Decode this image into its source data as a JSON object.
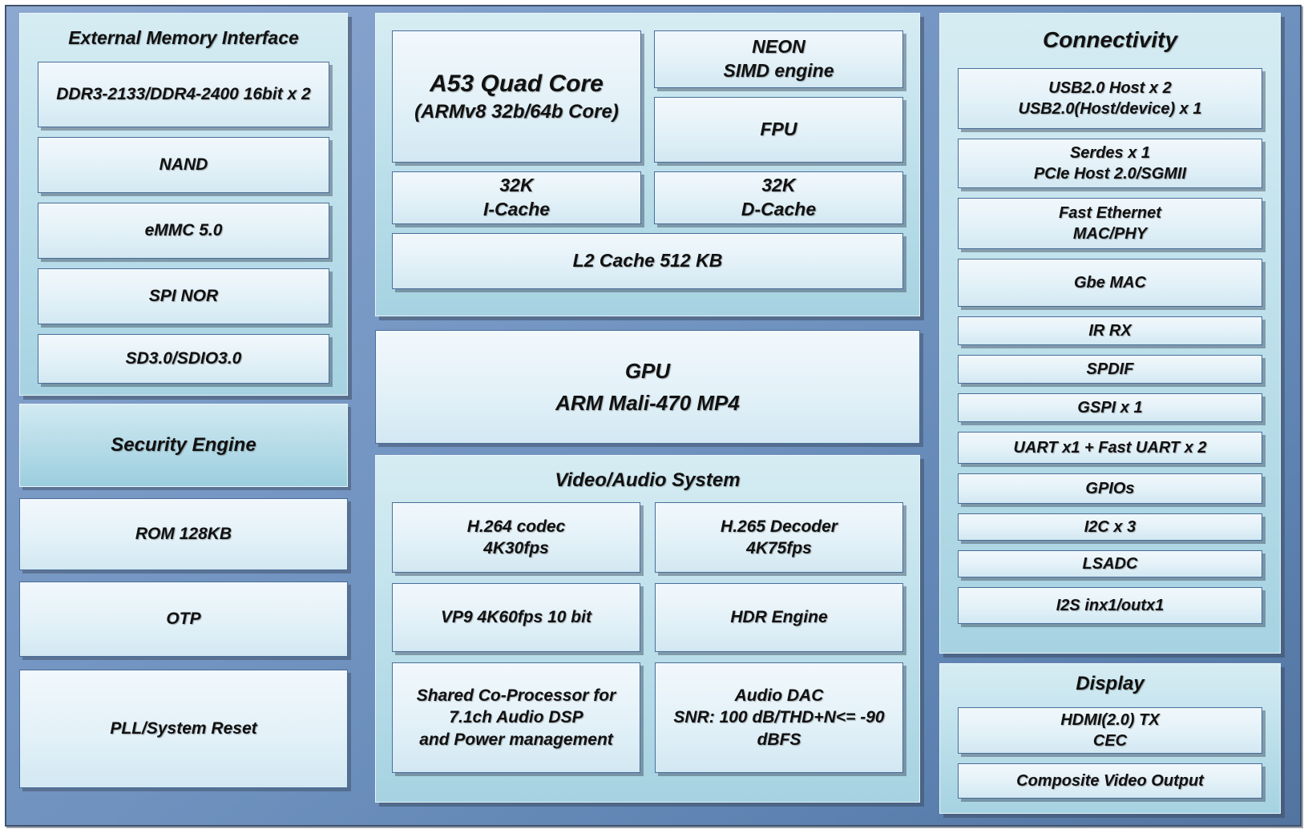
{
  "left": {
    "emi_title": "External Memory Interface",
    "emi_boxes": [
      "DDR3-2133/DDR4-2400 16bit x 2",
      "NAND",
      "eMMC 5.0",
      "SPI NOR",
      "SD3.0/SDIO3.0"
    ],
    "security_engine": "Security Engine",
    "rom": "ROM 128KB",
    "otp": "OTP",
    "pll": "PLL/System Reset"
  },
  "middle": {
    "cpu_a53_title": "A53 Quad Core",
    "cpu_a53_sub": "(ARMv8 32b/64b Core)",
    "neon": "NEON\nSIMD engine",
    "fpu": "FPU",
    "icache": "32K\nI-Cache",
    "dcache": "32K\nD-Cache",
    "l2": "L2 Cache 512 KB",
    "gpu": "GPU\nARM Mali-470 MP4",
    "vas_title": "Video/Audio System",
    "h264": "H.264 codec\n4K30fps",
    "h265": "H.265 Decoder\n4K75fps",
    "vp9": "VP9 4K60fps 10 bit",
    "hdr": "HDR Engine",
    "coproc": "Shared Co-Processor for\n7.1ch Audio DSP\nand Power management",
    "audio_dac": "Audio DAC\nSNR: 100 dB/THD+N<= -90\ndBFS"
  },
  "right": {
    "connectivity_title": "Connectivity",
    "conn_boxes": [
      "USB2.0 Host x 2\nUSB2.0(Host/device) x 1",
      "Serdes x 1\nPCIe Host 2.0/SGMII",
      "Fast Ethernet\nMAC/PHY",
      "Gbe MAC",
      "IR RX",
      "SPDIF",
      "GSPI x 1",
      "UART x1 + Fast UART x 2",
      "GPIOs",
      "I2C x 3",
      "LSADC",
      "I2S inx1/outx1"
    ],
    "display_title": "Display",
    "display_boxes": [
      "HDMI(2.0) TX\nCEC",
      "Composite Video Output"
    ]
  },
  "colors": {
    "frame_blue": "#6d90bd",
    "panel_teal_top": "#d6ecf3",
    "panel_teal_bottom": "#a6d2e1",
    "box_top": "#f1f8fc",
    "box_bottom": "#d2e8f2",
    "box_border": "#4a6d99",
    "text": "#111111"
  }
}
